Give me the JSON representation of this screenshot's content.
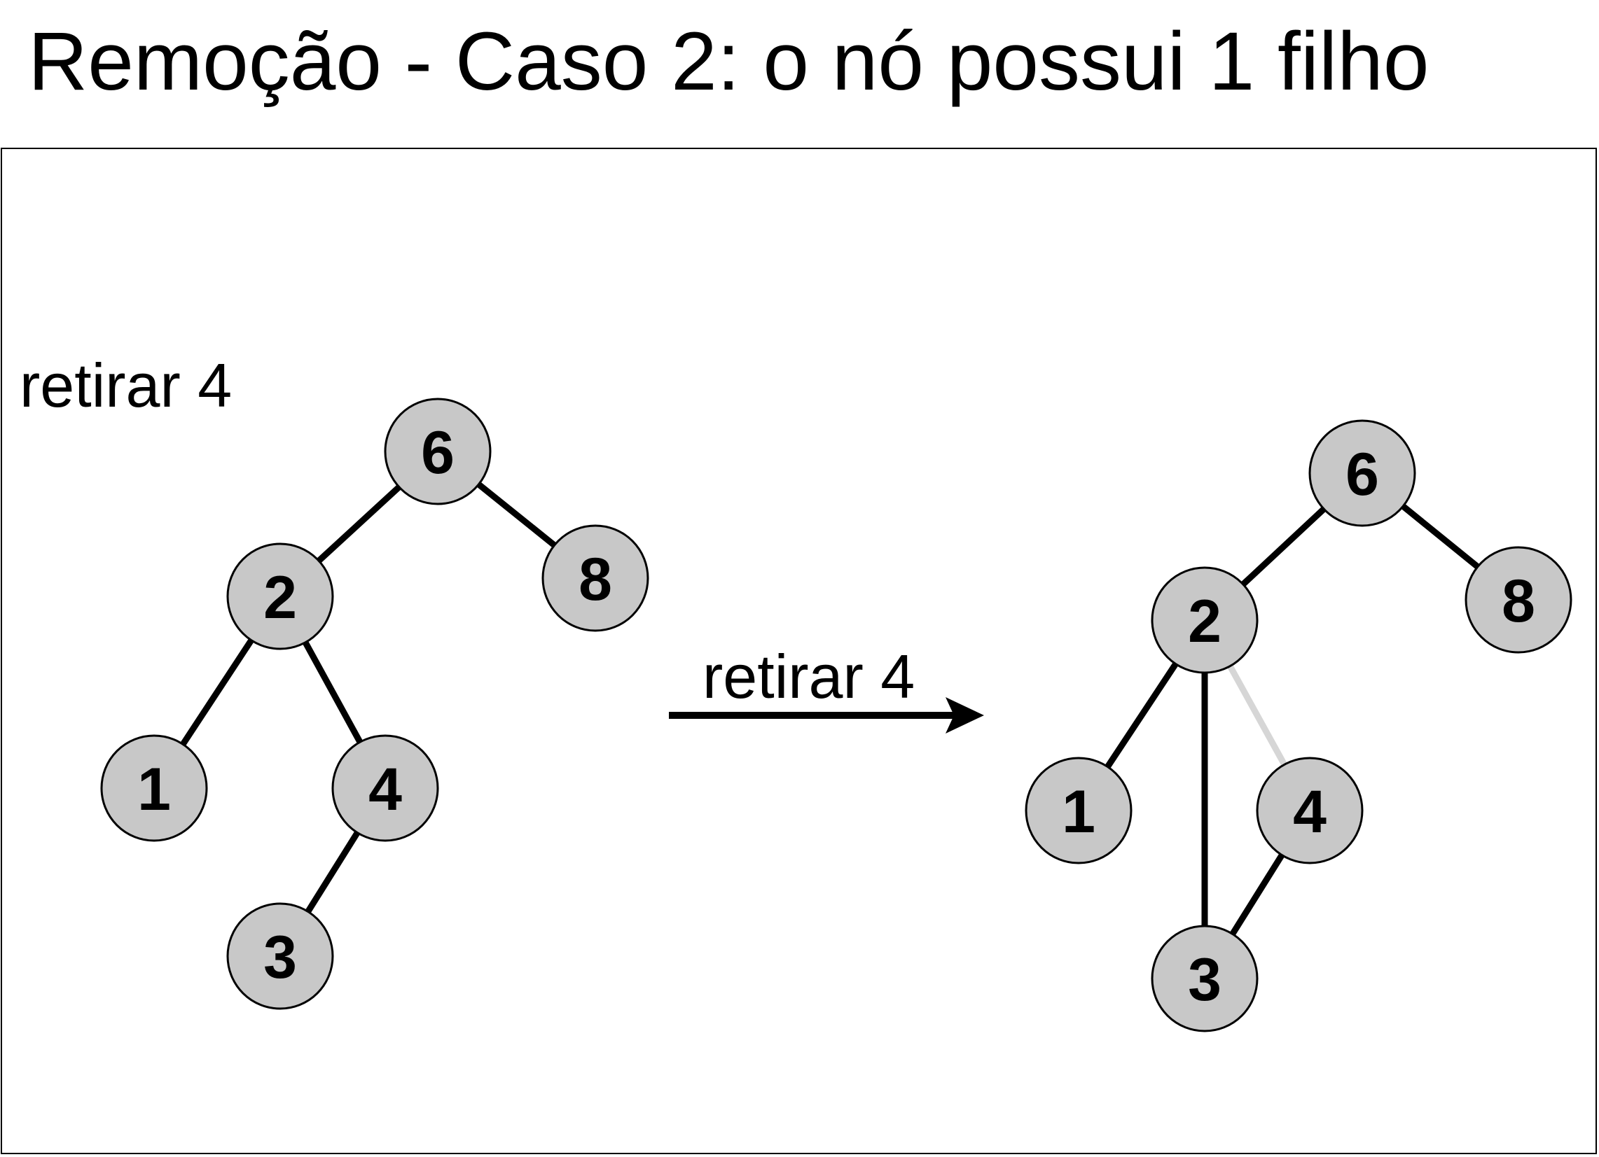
{
  "title": "Remoção - Caso 2: o nó possui 1 filho",
  "colors": {
    "node_fill": "#c8c8c8",
    "node_stroke": "#000000",
    "edge": "#000000",
    "removed_edge": "#d6d6d6",
    "frame": "#000000"
  },
  "left_tree": {
    "caption": "retirar 4",
    "nodes": [
      {
        "id": "l6",
        "label": "6"
      },
      {
        "id": "l2",
        "label": "2"
      },
      {
        "id": "l8",
        "label": "8"
      },
      {
        "id": "l1",
        "label": "1"
      },
      {
        "id": "l4",
        "label": "4"
      },
      {
        "id": "l3",
        "label": "3"
      }
    ],
    "edges": [
      {
        "from": "l6",
        "to": "l2",
        "style": "normal"
      },
      {
        "from": "l6",
        "to": "l8",
        "style": "normal"
      },
      {
        "from": "l2",
        "to": "l1",
        "style": "normal"
      },
      {
        "from": "l2",
        "to": "l4",
        "style": "normal"
      },
      {
        "from": "l4",
        "to": "l3",
        "style": "normal"
      }
    ]
  },
  "arrow": {
    "label": "retirar 4"
  },
  "right_tree": {
    "nodes": [
      {
        "id": "r6",
        "label": "6"
      },
      {
        "id": "r2",
        "label": "2"
      },
      {
        "id": "r8",
        "label": "8"
      },
      {
        "id": "r1",
        "label": "1"
      },
      {
        "id": "r4",
        "label": "4"
      },
      {
        "id": "r3",
        "label": "3"
      }
    ],
    "edges": [
      {
        "from": "r6",
        "to": "r2",
        "style": "normal"
      },
      {
        "from": "r6",
        "to": "r8",
        "style": "normal"
      },
      {
        "from": "r2",
        "to": "r1",
        "style": "normal"
      },
      {
        "from": "r2",
        "to": "r4",
        "style": "removed"
      },
      {
        "from": "r2",
        "to": "r3",
        "style": "normal"
      },
      {
        "from": "r4",
        "to": "r3",
        "style": "normal"
      }
    ]
  }
}
